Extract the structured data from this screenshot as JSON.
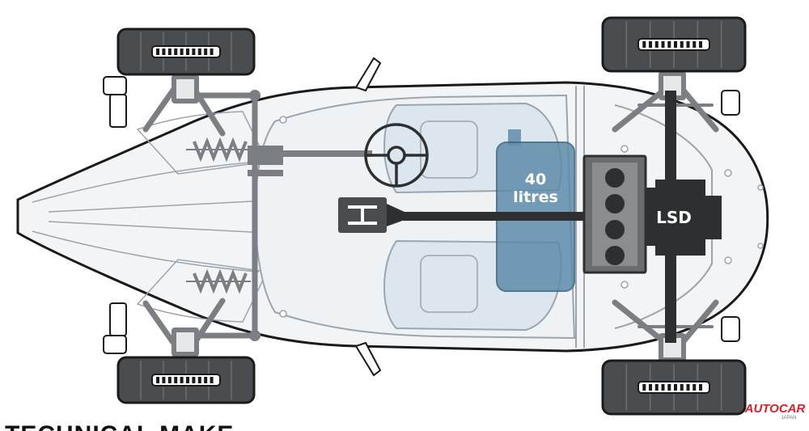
{
  "diagram": {
    "fuel_tank": {
      "capacity": "40",
      "unit": "litres"
    },
    "differential_label": "LSD",
    "watermark": {
      "brand": "AUTOCAR",
      "region": "JAPAN"
    },
    "caption": "TECHNICAL MAKE"
  },
  "colors": {
    "outline": "#1a1a1a",
    "body_fill": "#f2f4f6",
    "interior_outline": "#9aa5ad",
    "seat_fill": "#dbe6ee",
    "tire_fill": "#4a4d50",
    "drivetrain": "#2e2f31",
    "suspension": "#7b7f83",
    "fuel_tank": "#5f8caa",
    "engine_block": "#6a6d70",
    "watermark": "#d81e2a"
  }
}
